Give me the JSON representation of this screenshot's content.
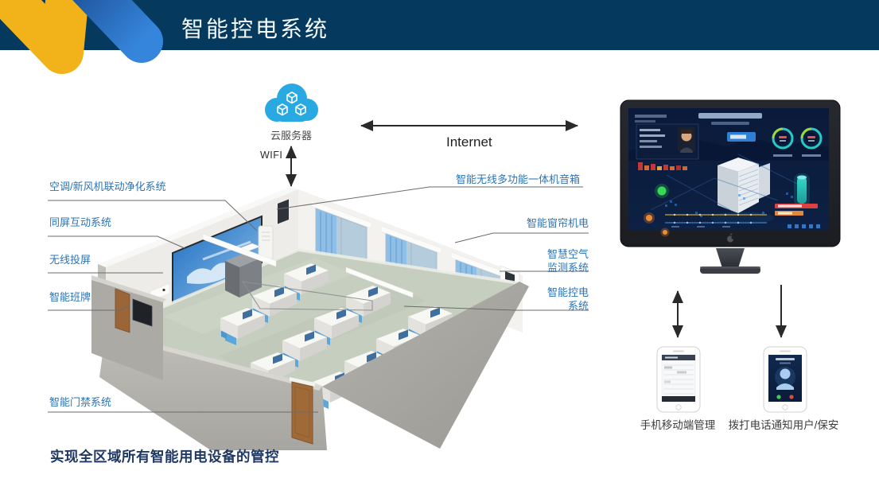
{
  "header": {
    "title": "智能控电系统"
  },
  "network": {
    "cloud_label": "云服务器",
    "wifi_label": "WIFI",
    "internet_label": "Internet"
  },
  "labels_left": [
    {
      "text": "空调/新风机联动净化系统"
    },
    {
      "text": "同屏互动系统"
    },
    {
      "text": "无线投屏"
    },
    {
      "text": "智能班牌"
    },
    {
      "text": "智能门禁系统"
    }
  ],
  "labels_right": [
    {
      "lines": [
        "智能无线多功能一体机音箱"
      ]
    },
    {
      "lines": [
        "智能窗帘机电"
      ]
    },
    {
      "lines": [
        "智慧空气",
        "监测系统"
      ]
    },
    {
      "lines": [
        "智能控电",
        "系统"
      ]
    }
  ],
  "devices": {
    "phone_left_label": "手机移动端管理",
    "phone_right_label": "拨打电话通知用户/保安"
  },
  "footer": {
    "note": "实现全区域所有智能用电设备的管控"
  },
  "colors": {
    "header_bg": "#053A5E",
    "chevron_yellow": "#F2B31A",
    "chevron_blue": "#2C77C8",
    "label_blue": "#2E74B5",
    "cloud_blue": "#29A9E1",
    "footer_text": "#1F3864"
  }
}
